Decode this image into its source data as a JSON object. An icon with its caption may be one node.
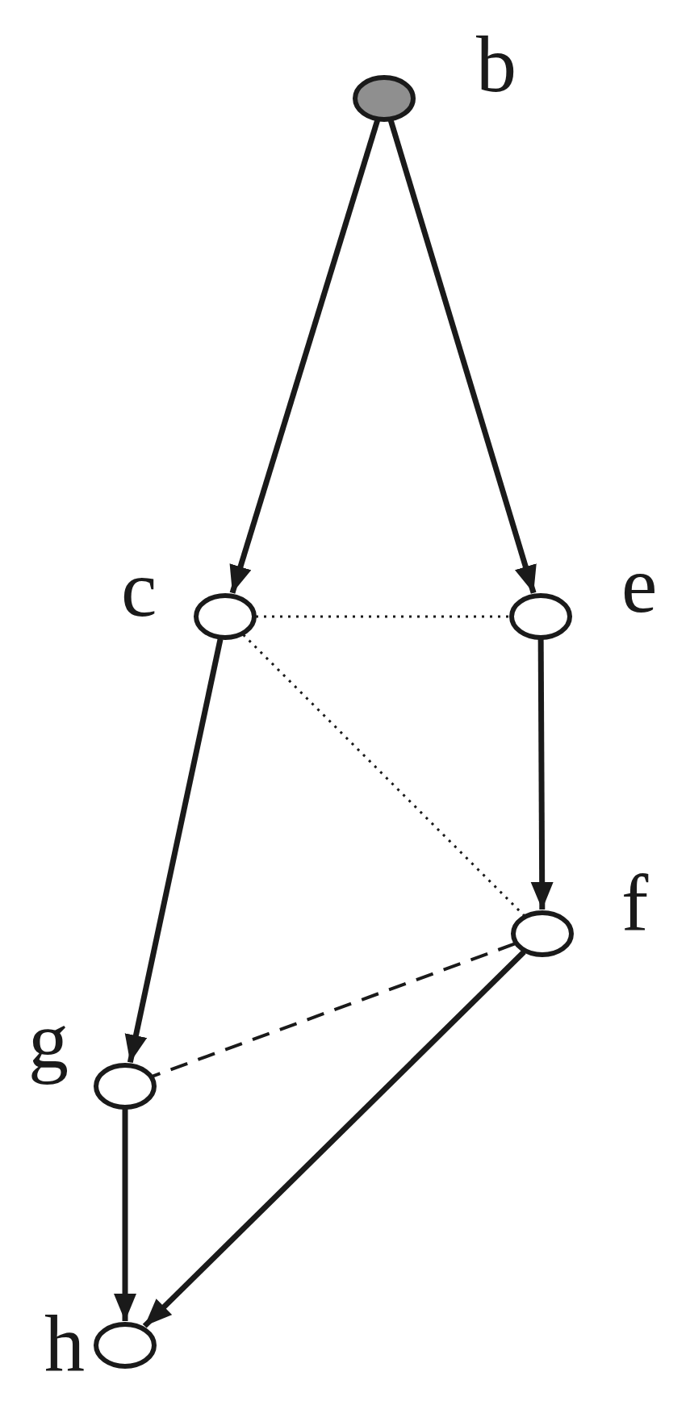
{
  "diagram": {
    "nodes": [
      {
        "text": [],
        "shape": "circle",
        "beside": [
          "b"
        ]
      },
      {
        "text": [],
        "shape": "circle",
        "beside": [
          "c"
        ]
      },
      {
        "text": [],
        "shape": "circle",
        "beside": [
          "e"
        ]
      },
      {
        "text": [],
        "shape": "circle",
        "beside": [
          "f"
        ]
      },
      {
        "text": [],
        "shape": "circle",
        "beside": [
          "g"
        ]
      },
      {
        "text": [],
        "shape": "circle",
        "beside": [
          "h"
        ]
      }
    ],
    "edges": [
      {
        "from": 0,
        "to": 1,
        "arrow": "to"
      },
      {
        "from": 0,
        "to": 2,
        "arrow": "to"
      },
      {
        "from": 1,
        "to": 2,
        "arrow": "none",
        "style": "dashed"
      },
      {
        "from": 1,
        "to": 3,
        "arrow": "none",
        "style": "dashed"
      },
      {
        "from": 2,
        "to": 3,
        "arrow": "to"
      },
      {
        "from": 1,
        "to": 4,
        "arrow": "to"
      },
      {
        "from": 3,
        "to": 4,
        "arrow": "none",
        "style": "dashed"
      },
      {
        "from": 4,
        "to": 5,
        "arrow": "to"
      },
      {
        "from": 3,
        "to": 5,
        "arrow": "to"
      }
    ]
  }
}
